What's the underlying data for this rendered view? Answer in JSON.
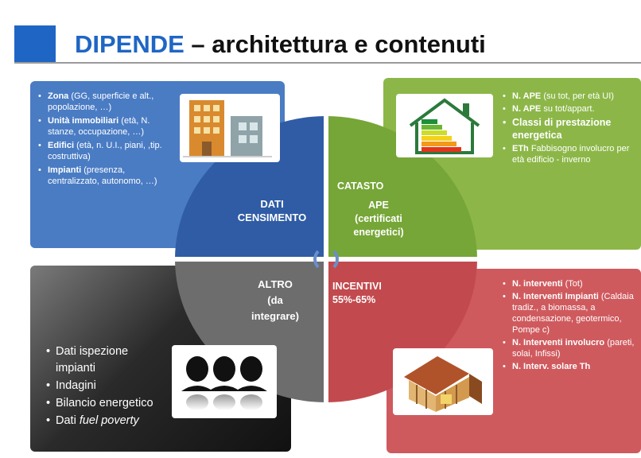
{
  "title": {
    "brand": "DIPENDE",
    "rest": " – architettura e contenuti"
  },
  "center": {
    "top_left": {
      "line1": "DATI",
      "line2": "CENSIMENTO"
    },
    "top_right": {
      "catasto": "CATASTO",
      "ape1": "APE",
      "ape2": "(certificati",
      "ape3": "energetici)"
    },
    "bottom_left": {
      "line1": "ALTRO",
      "line2": "(da",
      "line3": "integrare)"
    },
    "bottom_right": {
      "line1": "INCENTIVI",
      "line2": "55%-65%"
    }
  },
  "top_left_list": [
    {
      "bold": "Zona",
      "text": " (GG, superficie e alt., popolazione, …)"
    },
    {
      "bold": "Unità immobiliari",
      "text": " (età, N. stanze, occupazione, …)"
    },
    {
      "bold": "Edifici",
      "text": " (età, n. U.I., piani, ,tip. costruttiva)"
    },
    {
      "bold": "Impianti",
      "text": " (presenza, centralizzato, autonomo, …)"
    }
  ],
  "top_right_list": [
    {
      "bold": "N. APE",
      "text": " (su tot, per età UI)"
    },
    {
      "bold": "N. APE",
      "text": " su tot/appart."
    },
    {
      "bold": "Classi di prestazione energetica",
      "text": ""
    },
    {
      "bold": "ETh",
      "text": " Fabbisogno involucro per età edificio - inverno"
    }
  ],
  "bottom_left_list": [
    {
      "text": "Dati ispezione impianti"
    },
    {
      "text": "Indagini"
    },
    {
      "text": "Bilancio energetico"
    },
    {
      "text": "Dati ",
      "italic": "fuel poverty"
    }
  ],
  "bottom_right_list": [
    {
      "bold": "N. interventi",
      "text": " (Tot)"
    },
    {
      "bold": "N. Interventi Impianti",
      "text": " (Caldaia tradiz., a biomassa, a condensazione, geotermico, Pompe c)"
    },
    {
      "bold": "N. Interventi involucro",
      "text": " (pareti, solai, Infissi)"
    },
    {
      "bold": "N. Interv. solare Th",
      "text": ""
    }
  ],
  "icons": {
    "top_left": "building-icon",
    "top_right": "energy-class-house-icon",
    "bottom_left": "people-icon",
    "bottom_right": "house-construction-icon",
    "center": "cycle-arrows-icon"
  },
  "colors": {
    "accent": "#1f66c4",
    "census": "#4a7cc4",
    "catasto": "#8cb748",
    "altro": "#2a2a2a",
    "incentivi": "#cf5a5e"
  }
}
